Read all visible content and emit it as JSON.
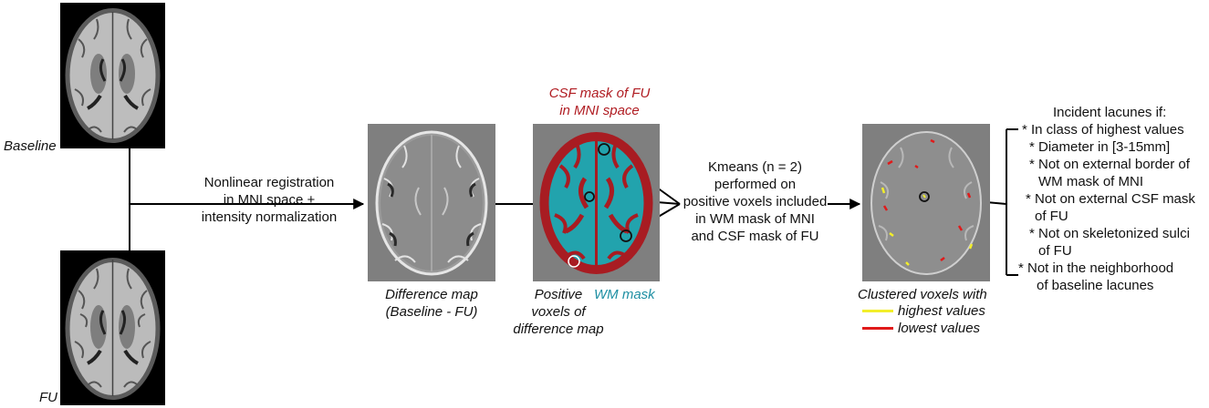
{
  "colors": {
    "csf_label": "#b01c22",
    "wm_label": "#1f8fa3",
    "legend_high": "#f2ee2a",
    "legend_low": "#e01a1a"
  },
  "labels": {
    "baseline": "Baseline",
    "fu": "FU",
    "registration": [
      "Nonlinear registration",
      "in MNI space +",
      "intensity normalization"
    ],
    "difference_map": [
      "Difference map",
      "(Baseline - FU)"
    ],
    "csf_mask": [
      "CSF mask of FU",
      "in MNI space"
    ],
    "positive_voxels": [
      "Positive",
      "voxels of",
      "difference map"
    ],
    "wm_mask": "WM mask",
    "kmeans": [
      "Kmeans (n = 2)",
      "performed on",
      "positive voxels included",
      "in WM mask of MNI",
      "and CSF mask of FU"
    ],
    "clustered": "Clustered voxels with",
    "legend_high": "highest values",
    "legend_low": "lowest values",
    "criteria_title": "Incident lacunes if:",
    "criteria": [
      "* In class of highest values",
      "* Diameter in [3-15mm]",
      "* Not on external border of",
      "WM mask of MNI",
      "* Not on external CSF mask",
      "of FU",
      "* Not on skeletonized sulci",
      "of FU",
      "* Not in the neighborhood",
      "of baseline lacunes"
    ]
  }
}
